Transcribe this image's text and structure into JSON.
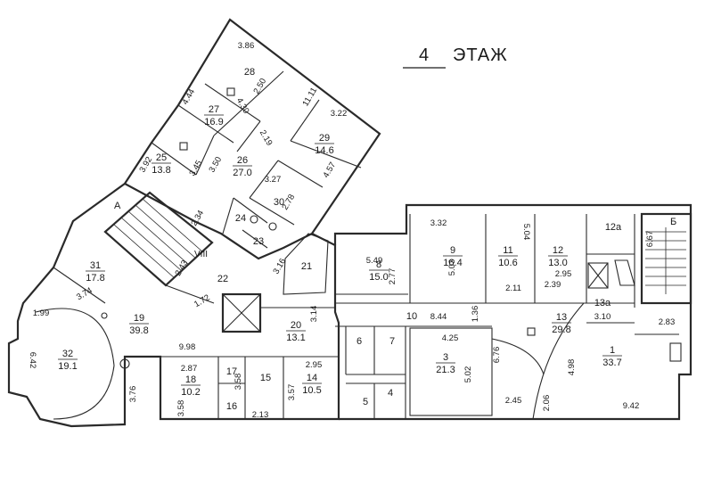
{
  "floor": {
    "number": "4",
    "label": "ЭТАЖ"
  },
  "rooms": [
    {
      "id": "1",
      "area": "33.7"
    },
    {
      "id": "3",
      "area": "21.3"
    },
    {
      "id": "4",
      "area": ""
    },
    {
      "id": "5",
      "area": ""
    },
    {
      "id": "6",
      "area": ""
    },
    {
      "id": "7",
      "area": ""
    },
    {
      "id": "8",
      "area": "15.0"
    },
    {
      "id": "9",
      "area": "16.4"
    },
    {
      "id": "10",
      "area": ""
    },
    {
      "id": "11",
      "area": "10.6"
    },
    {
      "id": "12",
      "area": "13.0"
    },
    {
      "id": "12a",
      "label": "12а",
      "area": ""
    },
    {
      "id": "13",
      "area": "29.8"
    },
    {
      "id": "13a",
      "label": "13а",
      "area": ""
    },
    {
      "id": "14",
      "area": "10.5"
    },
    {
      "id": "15",
      "area": ""
    },
    {
      "id": "16",
      "area": ""
    },
    {
      "id": "17",
      "area": ""
    },
    {
      "id": "18",
      "area": "10.2"
    },
    {
      "id": "19",
      "area": "39.8"
    },
    {
      "id": "20",
      "area": "13.1"
    },
    {
      "id": "21",
      "area": ""
    },
    {
      "id": "22",
      "area": ""
    },
    {
      "id": "23",
      "area": ""
    },
    {
      "id": "24",
      "area": ""
    },
    {
      "id": "25",
      "area": "13.8"
    },
    {
      "id": "26",
      "area": "27.0"
    },
    {
      "id": "27",
      "area": "16.9"
    },
    {
      "id": "28",
      "area": ""
    },
    {
      "id": "29",
      "area": "14.6"
    },
    {
      "id": "30",
      "area": ""
    },
    {
      "id": "31",
      "area": "17.8"
    },
    {
      "id": "32",
      "area": "19.1"
    }
  ],
  "dimensions": [
    "3.86",
    "2.50",
    "4.44",
    "4.30",
    "11.11",
    "3.22",
    "3.92",
    "3.45",
    "3.50",
    "2.19",
    "4.57",
    "3.27",
    "2.78",
    "2.34",
    "2.43",
    "3.16",
    "1.72",
    "3.74",
    "1.99",
    "6.42",
    "9.98",
    "3.14",
    "2.87",
    "3.76",
    "3.58",
    "3.58",
    "2.13",
    "3.57",
    "2.95",
    "5.49",
    "2.77",
    "3.32",
    "5.03",
    "5.04",
    "2.11",
    "2.95",
    "2.39",
    "6.67",
    "3.10",
    "2.83",
    "8.44",
    "1.36",
    "4.25",
    "5.02",
    "6.76",
    "4.98",
    "2.45",
    "2.06",
    "9.42"
  ],
  "markers": {
    "stair_a": "A",
    "stair_b": "Б",
    "roman": "VIII"
  }
}
